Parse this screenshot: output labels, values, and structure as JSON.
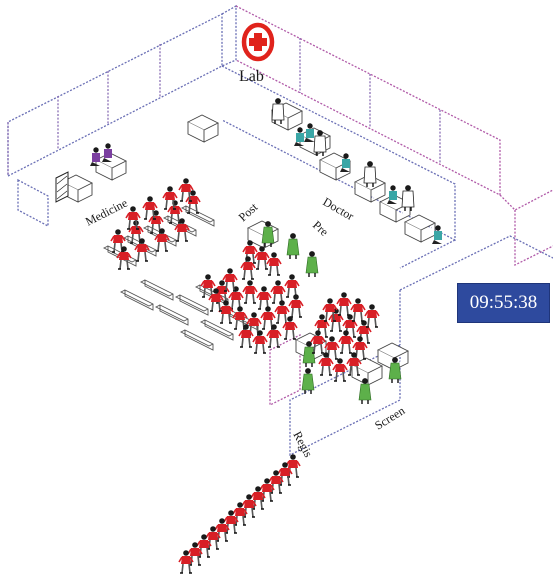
{
  "labels": {
    "lab": "Lab",
    "medicine": "Medicine",
    "post": "Post",
    "pre": "Pre",
    "doctor": "Doctor",
    "screen": "Screen",
    "regis": "Regis"
  },
  "clock": {
    "time": "09:55:38",
    "background": "#2e4a9e",
    "text_color": "#ffffff"
  },
  "icons": {
    "lab": "red-cross-icon"
  },
  "colors": {
    "wall": "#6a6fb5",
    "wall_accent": "#b05aa8",
    "patient_shirt": "#d81f26",
    "staff_green": "#5db04a",
    "staff_teal": "#3aa6a6",
    "staff_purple": "#7b3fa0",
    "lab_cross": "#e0231c"
  }
}
